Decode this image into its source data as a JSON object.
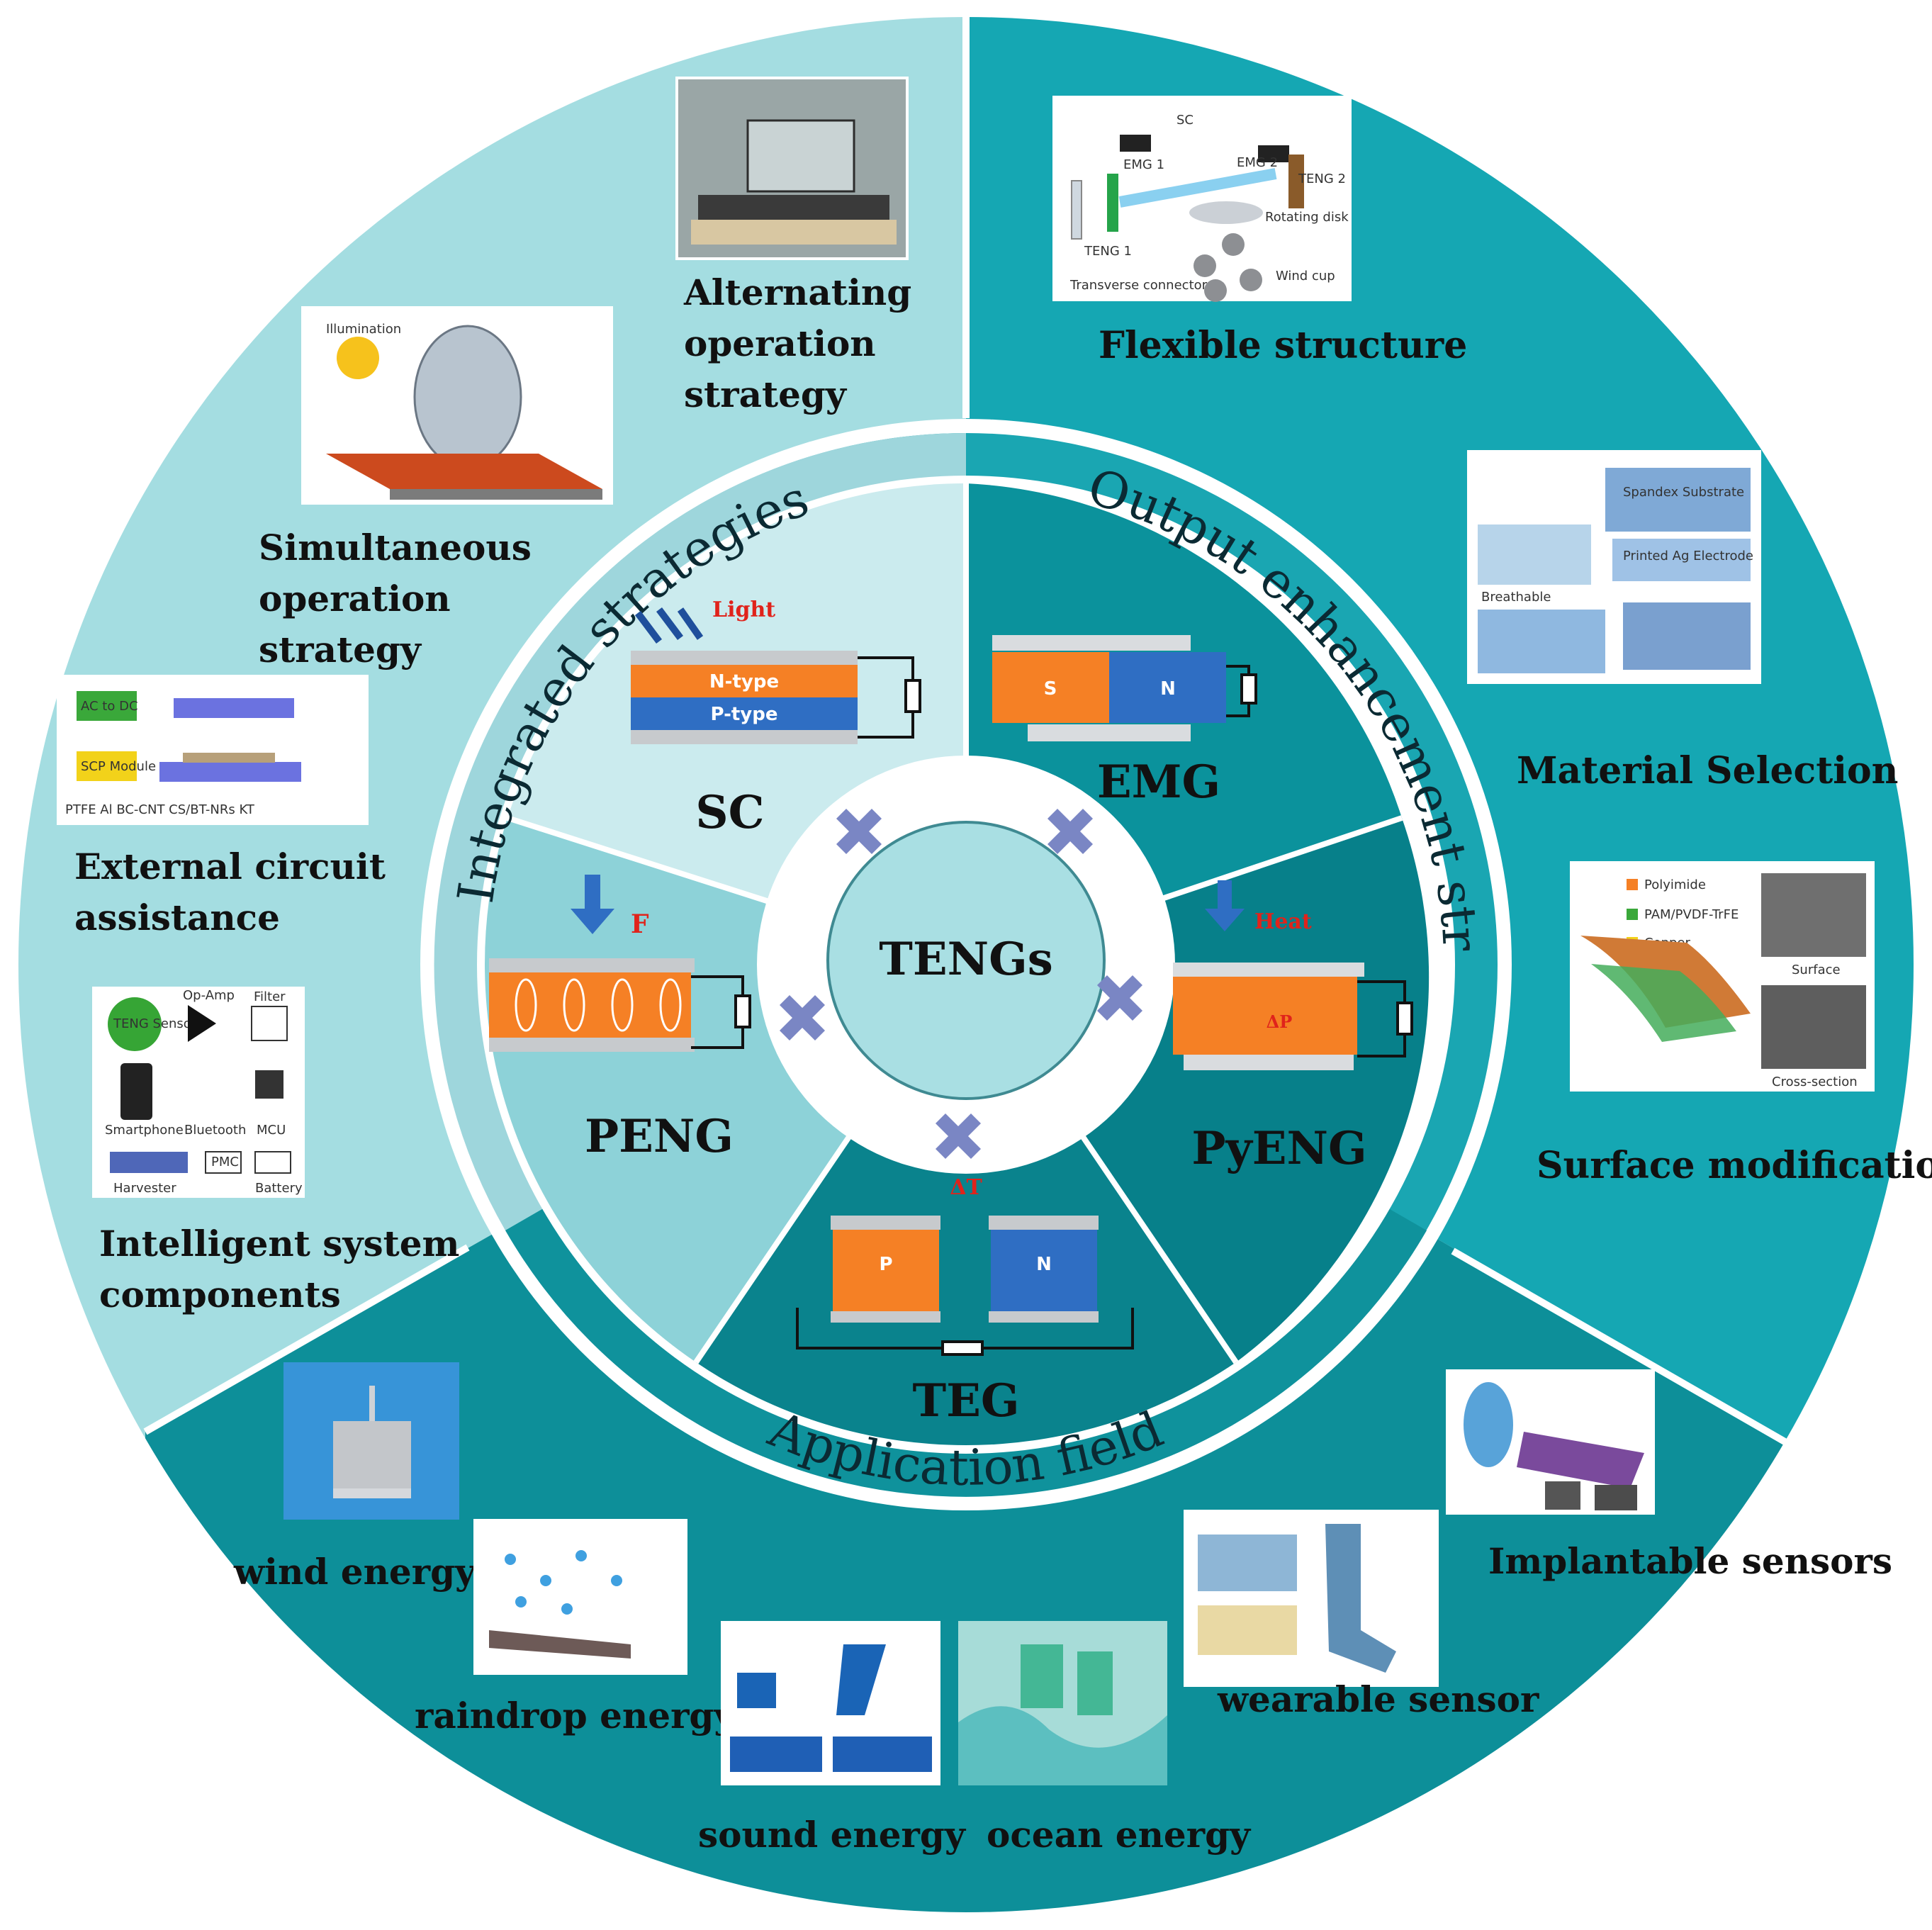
{
  "center": {
    "title": "TENGs"
  },
  "ring_labels": {
    "integrated": "Integrated strategies",
    "output": "Output enhancement strategies",
    "application": "Application field"
  },
  "inner_sectors": {
    "sc": {
      "name": "SC",
      "stimulus": "Light",
      "layer_top": "N-type",
      "layer_bottom": "P-type"
    },
    "emg": {
      "name": "EMG",
      "pole_s": "S",
      "pole_n": "N"
    },
    "pyeng": {
      "name": "PyENG",
      "stimulus": "Heat",
      "block": "ΔP"
    },
    "teg": {
      "name": "TEG",
      "stimulus": "ΔT",
      "block_p": "P",
      "block_n": "N"
    },
    "peng": {
      "name": "PENG",
      "stimulus": "F"
    }
  },
  "integrated_items": [
    {
      "line1": "Alternating",
      "line2": "operation",
      "line3": "strategy"
    },
    {
      "line1": "Simultaneous",
      "line2": "operation",
      "line3": "strategy"
    },
    {
      "line1": "External circuit",
      "line2": "assistance"
    },
    {
      "line1": "Intelligent system",
      "line2": "components"
    }
  ],
  "output_items": {
    "flexible": "Flexible structure",
    "material": "Material Selection",
    "surface": "Surface modification"
  },
  "application_items": {
    "wind": "wind energy",
    "raindrop": "raindrop energy",
    "sound": "sound energy",
    "ocean": "ocean energy",
    "wearable": "wearable sensor",
    "implantable": "Implantable sensors"
  },
  "thumb_text": {
    "flex_sc": "SC",
    "flex_emg1": "EMG 1",
    "flex_emg2": "EMG 2",
    "flex_teng1": "TENG 1",
    "flex_teng2": "TENG 2",
    "flex_disk": "Rotating disk",
    "flex_cup": "Wind cup",
    "flex_conn": "Transverse connector",
    "sim_illum": "Illumination",
    "ext_acdc": "AC to DC",
    "ext_scp": "SCP Module",
    "ext_legend": "PTFE  Al  BC-CNT  CS/BT-NRs  KT",
    "int_teng": "TENG Sensor",
    "int_opamp": "Op-Amp",
    "int_filter": "Filter",
    "int_mcu": "MCU",
    "int_phone": "Smartphone",
    "int_bt": "Bluetooth",
    "int_harv": "Harvester",
    "int_pmc": "PMC",
    "int_batt": "Battery",
    "mat_spandex": "Spandex Substrate",
    "mat_ag": "Printed Ag Electrode",
    "mat_breath": "Breathable",
    "surf_poly": "Polyimide",
    "surf_pam": "PAM/PVDF-TrFE",
    "surf_cu": "Copper",
    "surf_surface": "Surface",
    "surf_cross": "Cross-section"
  },
  "colors": {
    "outer_light": "#a4dde1",
    "outer_mid": "#17a9b6",
    "outer_dark": "#0e8e98",
    "sector_sc": "#cbebee",
    "sector_emg": "#0b929c",
    "sector_pyeng": "#07808a",
    "sector_teg": "#0a838d",
    "sector_peng": "#8dd2d8",
    "orange": "#f58025",
    "blue": "#2f6ec3",
    "cross": "#7a86c4"
  }
}
